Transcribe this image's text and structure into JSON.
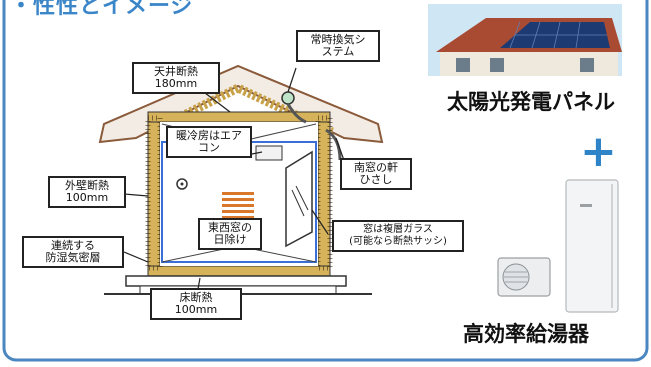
{
  "header": {
    "text": "・性性とイメージ"
  },
  "labels": {
    "ceiling": "天井断熱\n180mm",
    "ventilation": "常時換気シ\nステム",
    "aircon": "暖冷房はエア\nコン",
    "south_eaves": "南窓の軒\nひさし",
    "wall": "外壁断熱\n100mm",
    "shade": "東西窓の\n日除け",
    "window": "窓は複層ガラス\n(可能なら断熱サッシ)",
    "airtight": "連続する\n防湿気密層",
    "floor": "床断熱\n100mm"
  },
  "right": {
    "solar_label": "太陽光発電パネル",
    "plus": "+",
    "heater_label": "高効率給湯器"
  },
  "colors": {
    "frame": "#4a86c0",
    "accent": "#2f84c8",
    "insulation": "#c8a24a",
    "blue_layer": "#3b6fd6"
  }
}
